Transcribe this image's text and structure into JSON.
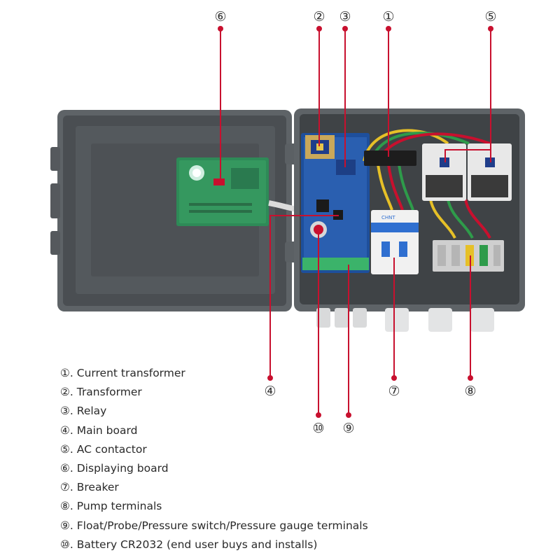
{
  "colors": {
    "callout_line": "#c8102e",
    "enclosure": "#5b6064",
    "enclosure_inner": "#45494c",
    "pcb_green": "#2e8a57",
    "pcb_blue": "#1e4f9c"
  },
  "callouts": [
    {
      "id": "1",
      "symbol": "①"
    },
    {
      "id": "2",
      "symbol": "②"
    },
    {
      "id": "3",
      "symbol": "③"
    },
    {
      "id": "4",
      "symbol": "④"
    },
    {
      "id": "5",
      "symbol": "⑤"
    },
    {
      "id": "6",
      "symbol": "⑥"
    },
    {
      "id": "7",
      "symbol": "⑦"
    },
    {
      "id": "8",
      "symbol": "⑧"
    },
    {
      "id": "9",
      "symbol": "⑨"
    },
    {
      "id": "10",
      "symbol": "⑩"
    }
  ],
  "device_labels": {
    "breaker_brand": "CHNT"
  },
  "legend": [
    "①. Current transformer",
    "②. Transformer",
    "③. Relay",
    "④. Main board",
    "⑤. AC contactor",
    "⑥. Displaying board",
    "⑦. Breaker",
    "⑧. Pump terminals",
    "⑨. Float/Probe/Pressure switch/Pressure gauge terminals",
    "⑩. Battery CR2032 (end user buys and installs)"
  ]
}
